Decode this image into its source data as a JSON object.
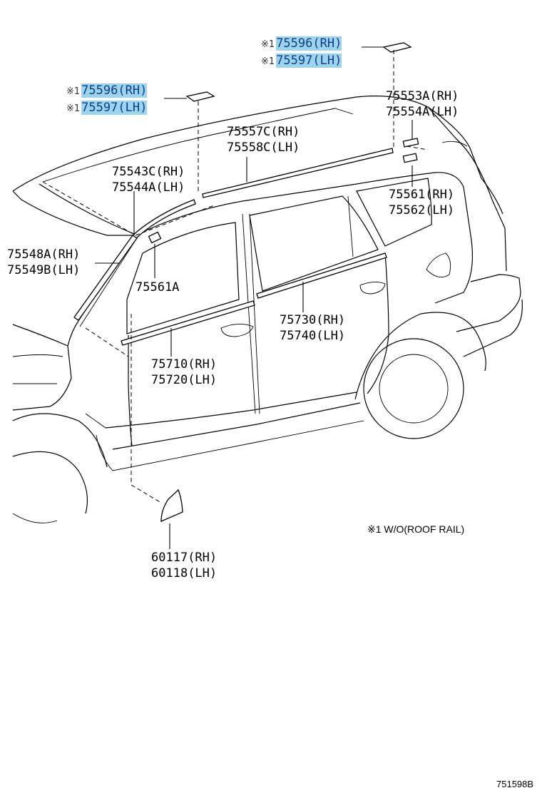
{
  "note": "※1 W/O(ROOF RAIL)",
  "diagram_code": "751598B",
  "labels": {
    "p75596_top": {
      "mark": "※1",
      "lines": [
        {
          "num": "75596",
          "suffix": "(RH)"
        },
        {
          "num": "75597",
          "suffix": "(LH)"
        }
      ],
      "highlight": true
    },
    "p75596_left": {
      "mark": "※1",
      "lines": [
        {
          "num": "75596",
          "suffix": "(RH)"
        },
        {
          "num": "75597",
          "suffix": "(LH)"
        }
      ],
      "highlight": true
    },
    "p75553": {
      "lines": [
        {
          "num": "75553A",
          "suffix": "(RH)"
        },
        {
          "num": "75554A",
          "suffix": "(LH)"
        }
      ]
    },
    "p75557": {
      "lines": [
        {
          "num": "75557C",
          "suffix": "(RH)"
        },
        {
          "num": "75558C",
          "suffix": "(LH)"
        }
      ]
    },
    "p75543": {
      "lines": [
        {
          "num": "75543C",
          "suffix": "(RH)"
        },
        {
          "num": "75544A",
          "suffix": "(LH)"
        }
      ]
    },
    "p75561": {
      "lines": [
        {
          "num": "75561",
          "suffix": "(RH)"
        },
        {
          "num": "75562",
          "suffix": "(LH)"
        }
      ]
    },
    "p75548": {
      "lines": [
        {
          "num": "75548A",
          "suffix": "(RH)"
        },
        {
          "num": "75549B",
          "suffix": "(LH)"
        }
      ]
    },
    "p75561a": {
      "lines": [
        {
          "num": "75561A",
          "suffix": ""
        }
      ]
    },
    "p75730": {
      "lines": [
        {
          "num": "75730",
          "suffix": "(RH)"
        },
        {
          "num": "75740",
          "suffix": "(LH)"
        }
      ]
    },
    "p75710": {
      "lines": [
        {
          "num": "75710",
          "suffix": "(RH)"
        },
        {
          "num": "75720",
          "suffix": "(LH)"
        }
      ]
    },
    "p60117": {
      "lines": [
        {
          "num": "60117",
          "suffix": "(RH)"
        },
        {
          "num": "60118",
          "suffix": "(LH)"
        }
      ]
    }
  }
}
